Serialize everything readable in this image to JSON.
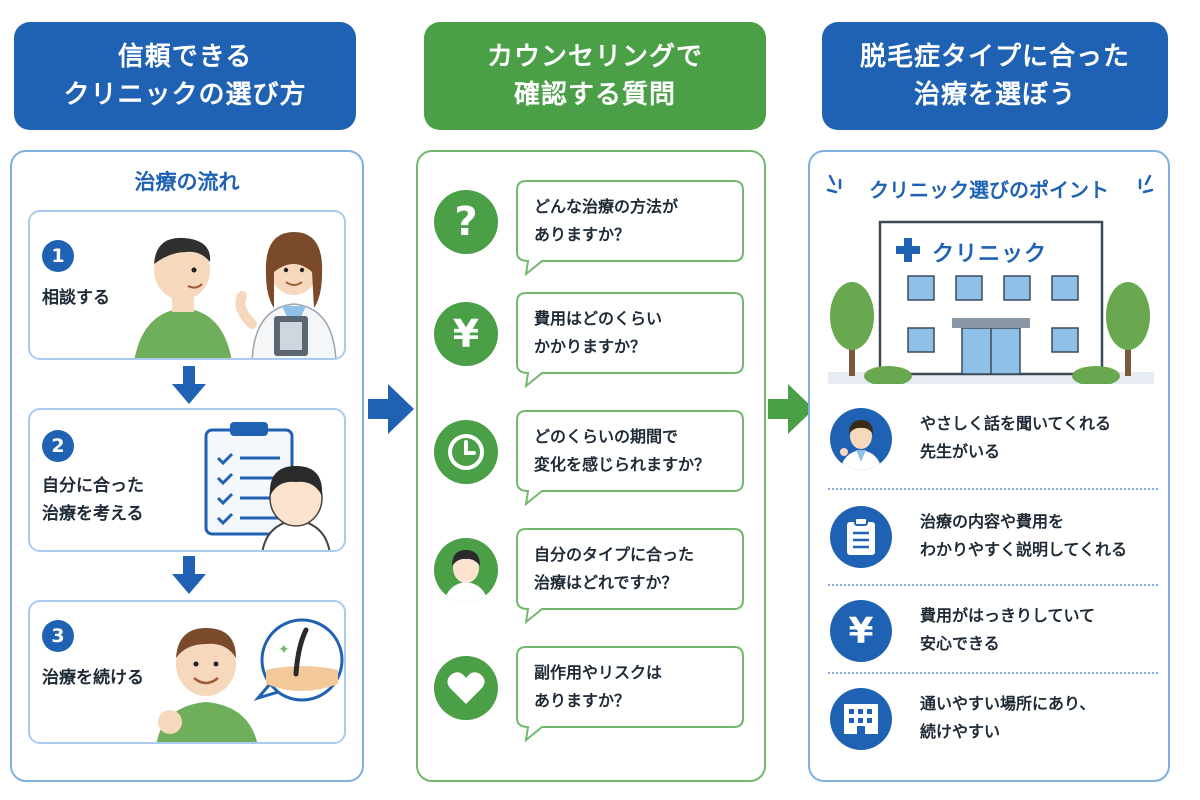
{
  "colors": {
    "blue": "#1f62b4",
    "green": "#4a9f47",
    "light_blue": "#7fb0e0",
    "light_green": "#74b86e"
  },
  "col1": {
    "header": [
      "信頼できる",
      "クリニックの選び方"
    ],
    "flow_title": "治療の流れ",
    "steps": [
      {
        "num": "1",
        "text": [
          "相談する"
        ],
        "art": "doctor-consultation"
      },
      {
        "num": "2",
        "text": [
          "自分に合った",
          "治療を考える"
        ],
        "art": "checklist-clipboard"
      },
      {
        "num": "3",
        "text": [
          "治療を続ける"
        ],
        "art": "hair-follicle-bubble"
      }
    ]
  },
  "col2": {
    "header": [
      "カウンセリングで",
      "確認する質問"
    ],
    "questions": [
      {
        "icon": "question-icon",
        "glyph": "?",
        "text": [
          "どんな治療の方法が",
          "ありますか？"
        ]
      },
      {
        "icon": "yen-icon",
        "glyph": "¥",
        "text": [
          "費用はどのくらい",
          "かかりますか？"
        ]
      },
      {
        "icon": "clock-icon",
        "glyph": "",
        "text": [
          "どのくらいの期間で",
          "変化を感じられますか？"
        ]
      },
      {
        "icon": "person-icon",
        "glyph": "",
        "text": [
          "自分のタイプに合った",
          "治療はどれですか？"
        ]
      },
      {
        "icon": "heart-icon",
        "glyph": "",
        "text": [
          "副作用やリスクは",
          "ありますか？"
        ]
      }
    ]
  },
  "col3": {
    "header": [
      "脱毛症タイプに合った",
      "治療を選ぼう"
    ],
    "point_title": "クリニック選びのポイント",
    "clinic_sign": "クリニック",
    "points": [
      {
        "icon": "doctor-icon",
        "glyph": "",
        "text": [
          "やさしく話を聞いてくれる",
          "先生がいる"
        ]
      },
      {
        "icon": "clipboard-icon",
        "glyph": "",
        "text": [
          "治療の内容や費用を",
          "わかりやすく説明してくれる"
        ]
      },
      {
        "icon": "yen-icon",
        "glyph": "¥",
        "text": [
          "費用がはっきりしていて",
          "安心できる"
        ]
      },
      {
        "icon": "building-icon",
        "glyph": "",
        "text": [
          "通いやすい場所にあり、",
          "続けやすい"
        ]
      }
    ]
  }
}
